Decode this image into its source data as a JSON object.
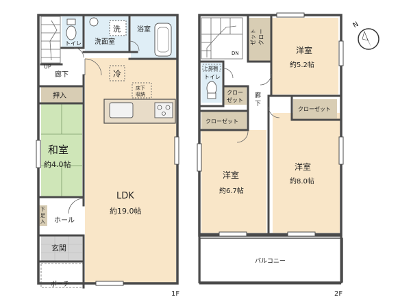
{
  "floor1": {
    "label": "1F",
    "toilet": "トイレ",
    "wash": "洗面室",
    "wash_badge": "洗",
    "bath": "浴室",
    "up": "UP",
    "hall": "廊下",
    "fridge": "冷",
    "underfloor": [
      "床下",
      "収納"
    ],
    "oshiire": "押入",
    "washitsu": {
      "name": "和室",
      "size": "約4.0帖"
    },
    "ldk": {
      "name": "LDK",
      "size": "約19.0帖"
    },
    "shoe_storage": [
      "下",
      "足",
      "入"
    ],
    "entrance_hall": "ホール",
    "genkan": "玄関",
    "porch": "ポーチ"
  },
  "floor2": {
    "label": "2F",
    "dn": "DN",
    "attic": "上部棚",
    "toilet": "トイレ",
    "closet_a": [
      "ゼット",
      "クロー"
    ],
    "closet_b": [
      "クロー",
      "ゼット"
    ],
    "hall": [
      "廊",
      "下"
    ],
    "room1": {
      "name": "洋室",
      "size": "約5.2帖"
    },
    "closet_c": "クローゼット",
    "closet_d": "クローゼット",
    "room2": {
      "name": "洋室",
      "size": "約6.7帖"
    },
    "room3": {
      "name": "洋室",
      "size": "約8.0帖"
    },
    "balcony": "バルコニー"
  },
  "compass": "N",
  "colors": {
    "wall": "#4a4a4a",
    "ldk_floor": "#f9e6c8",
    "tatami": "#cfe6b8",
    "wet_area": "#dfeef6",
    "storage": "#d8cdb4",
    "gray_floor": "#d4d4d4",
    "counter": "#e8dcc8"
  }
}
